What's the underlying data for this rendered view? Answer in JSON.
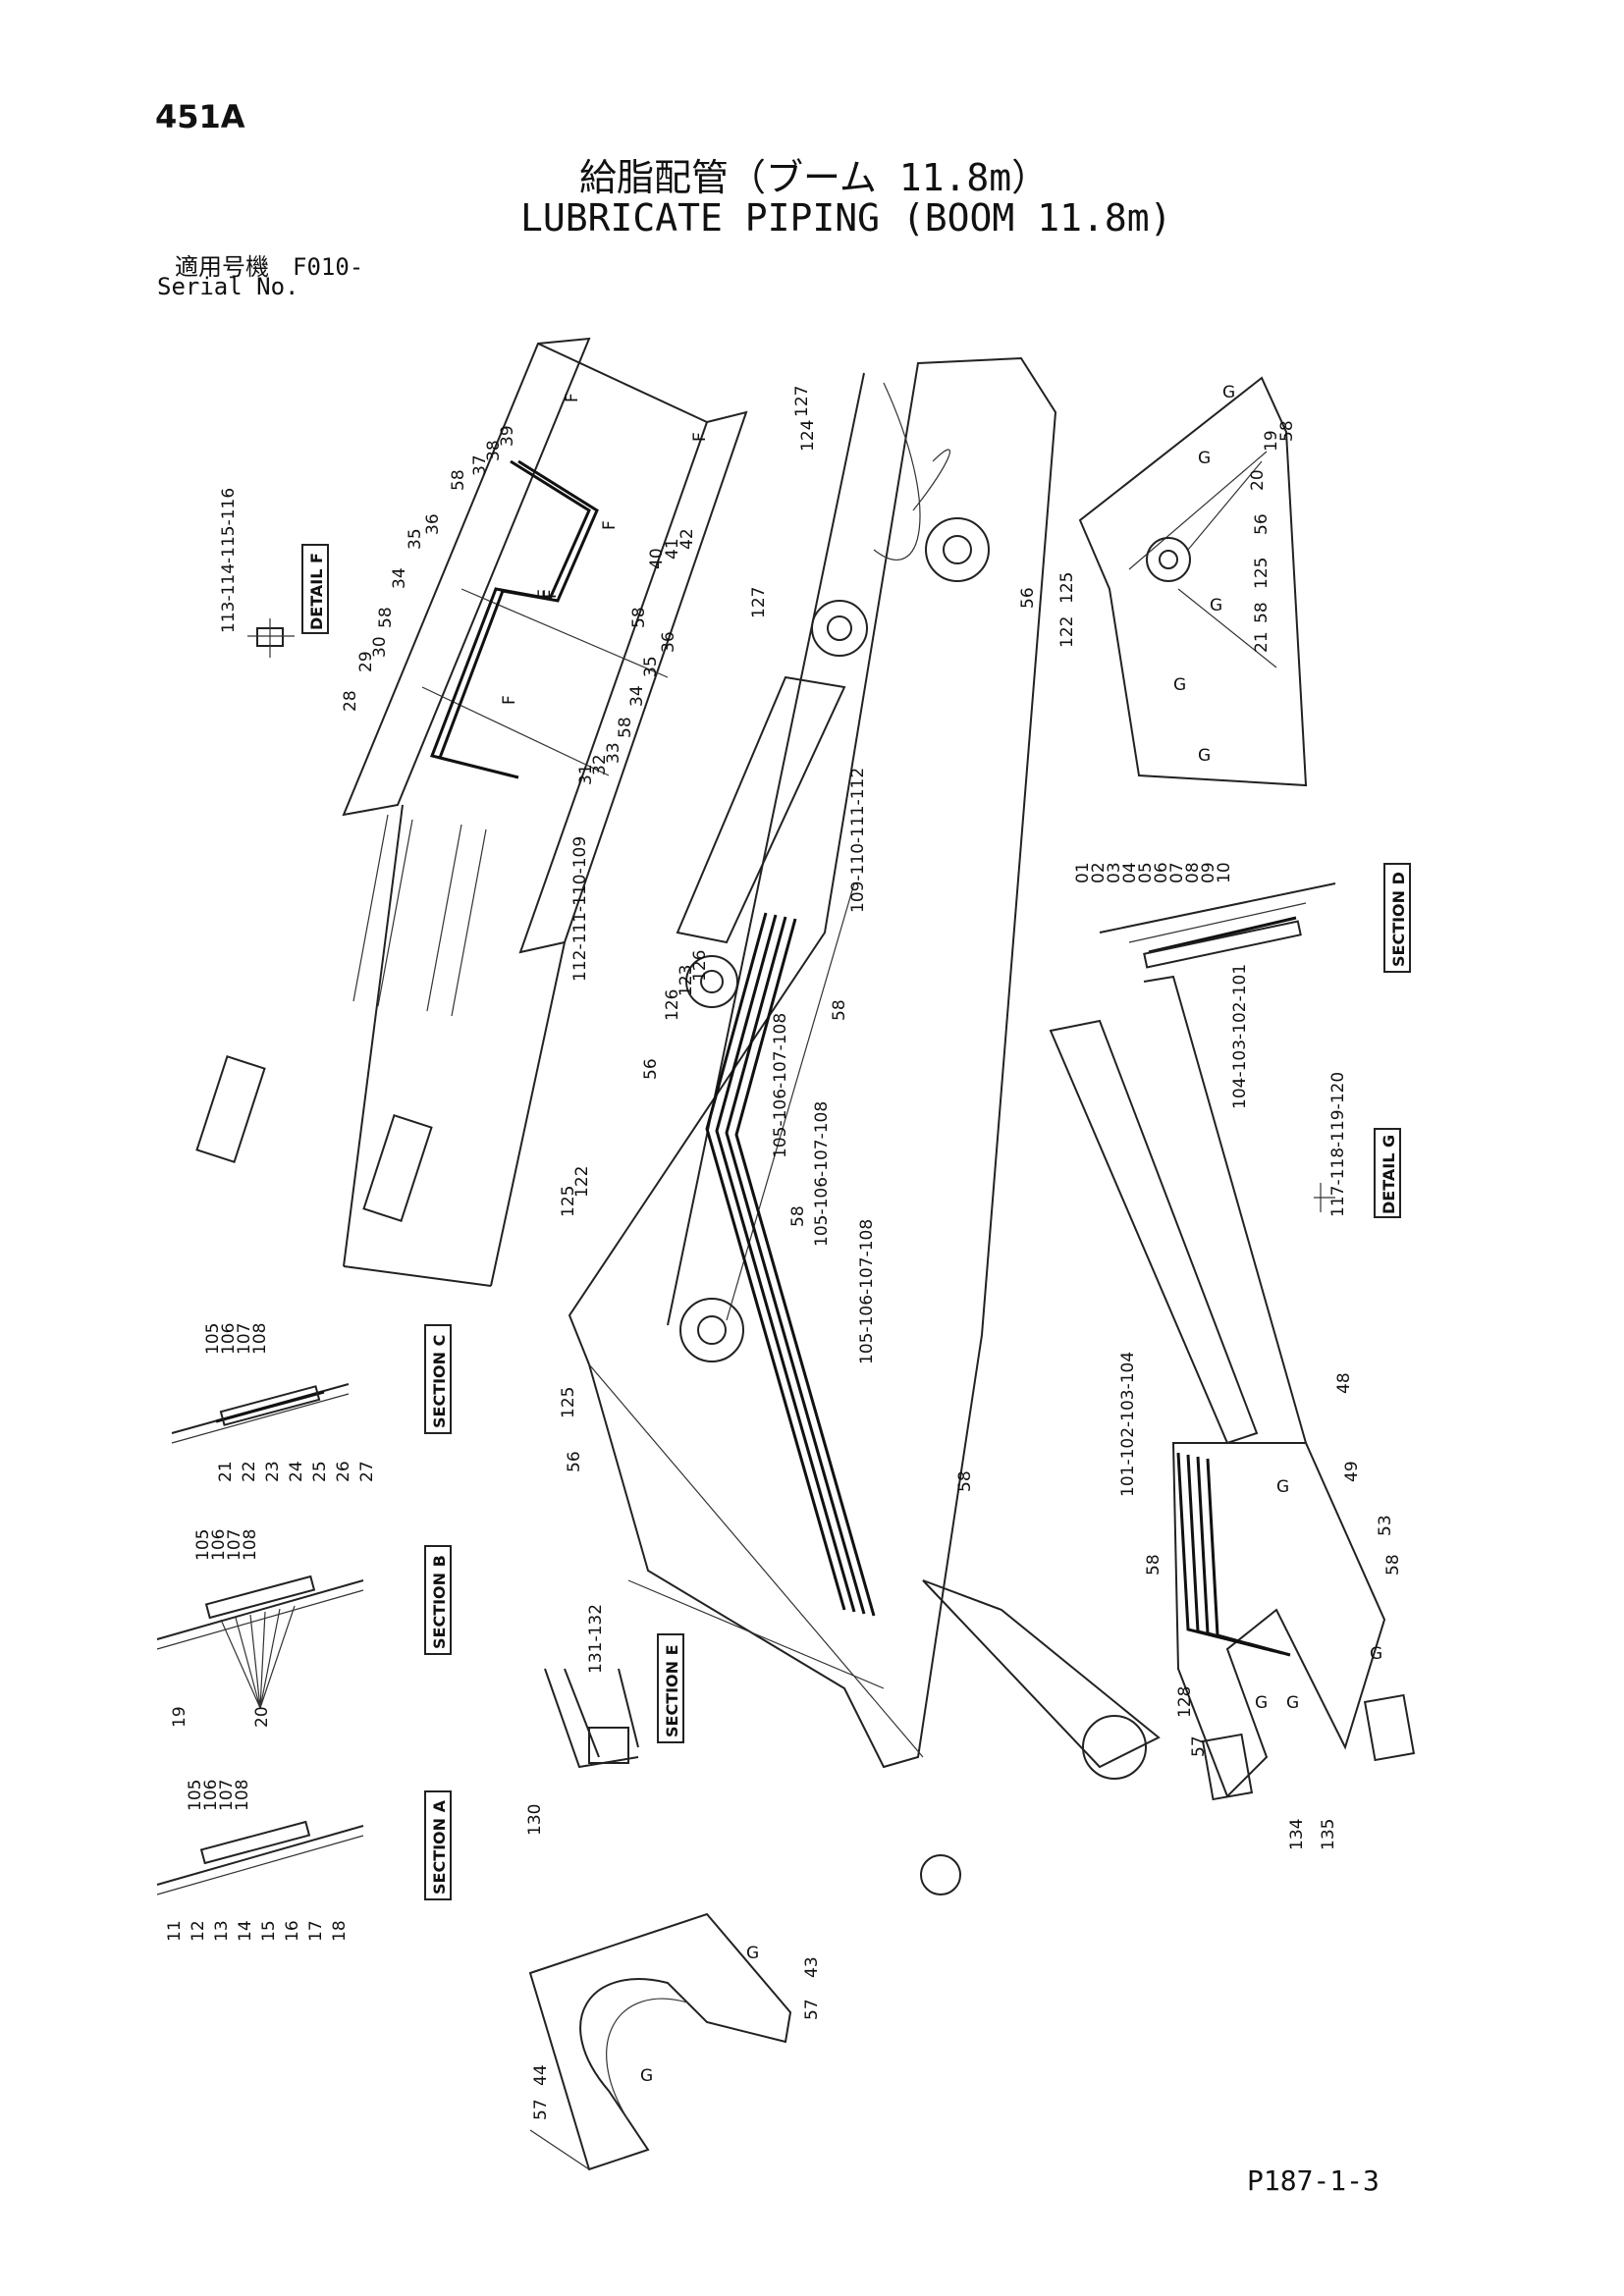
{
  "header": {
    "page_number": "451A",
    "title_jp": "給脂配管（ブーム 11.8m）",
    "title_en": "LUBRICATE PIPING (BOOM 11.8m)",
    "serial_label_jp": "適用号機　F010-",
    "serial_label_en": "Serial No."
  },
  "footer": {
    "reference": "P187-1-3"
  },
  "callouts": {
    "detail_f": "DETAIL F",
    "detail_f_parts": "113-114-115-116",
    "detail_g": "DETAIL G",
    "detail_g_parts": "117-118-119-120",
    "section_a": "SECTION A",
    "section_b": "SECTION B",
    "section_c": "SECTION C",
    "section_d": "SECTION D",
    "section_e": "SECTION E"
  },
  "part_labels": {
    "p01": "01",
    "p02": "02",
    "p03": "03",
    "p04": "04",
    "p05": "05",
    "p06": "06",
    "p07": "07",
    "p08": "08",
    "p09": "09",
    "p10": "10",
    "p11": "11",
    "p12": "12",
    "p13": "13",
    "p14": "14",
    "p15": "15",
    "p16": "16",
    "p17": "17",
    "p18": "18",
    "p19": "19",
    "p20": "20",
    "p21": "21",
    "p22": "22",
    "p23": "23",
    "p24": "24",
    "p25": "25",
    "p26": "26",
    "p27": "27",
    "p28": "28",
    "p29": "29",
    "p30": "30",
    "p31": "31",
    "p32": "32",
    "p33": "33",
    "p34": "34",
    "p35": "35",
    "p36": "36",
    "p37": "37",
    "p38": "38",
    "p39": "39",
    "p40": "40",
    "p41": "41",
    "p42": "42",
    "p43": "43",
    "p44": "44",
    "p48": "48",
    "p49": "49",
    "p53": "53",
    "p56": "56",
    "p57": "57",
    "p58": "58",
    "p105": "105",
    "p106": "106",
    "p107": "107",
    "p108": "108",
    "p122": "122",
    "p123": "123",
    "p124": "124",
    "p125": "125",
    "p126": "126",
    "p127": "127",
    "p128": "128",
    "p130": "130",
    "p134": "134",
    "p135": "135",
    "g_101_104": "101-102-103-104",
    "g_104_101": "104-103-102-101",
    "g_105_108": "105-106-107-108",
    "g_109_112": "109-110-111-112",
    "g_112_109": "112-111-110-109",
    "g_131_132": "131-132",
    "f": "F",
    "g": "G"
  }
}
